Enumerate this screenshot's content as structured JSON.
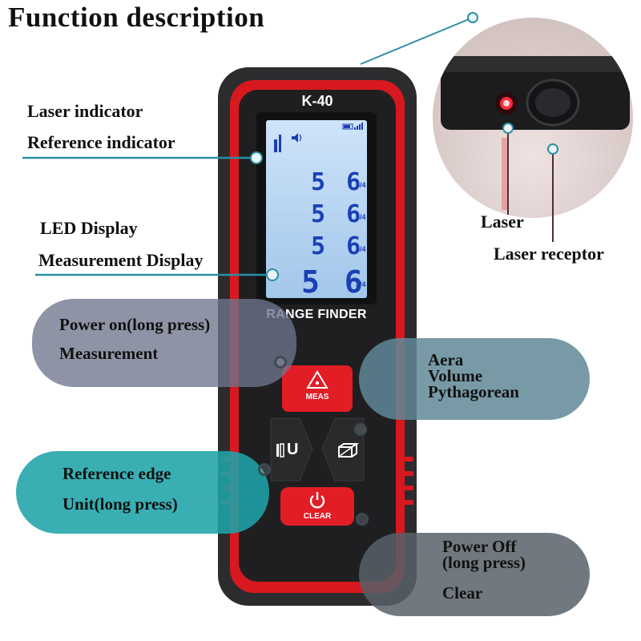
{
  "title": "Function description",
  "device": {
    "model": "K-40",
    "brand": "RANGE FINDER",
    "readings": [
      "5 6",
      "5 6",
      "5 6",
      "5 6"
    ],
    "fraction": "3/4",
    "buttons": {
      "meas": "MEAS",
      "clear": "CLEAR",
      "reference_unit_symbol": "U"
    }
  },
  "labels": {
    "laser_indicator": "Laser indicator",
    "reference_indicator": "Reference indicator",
    "led_display": "LED Display",
    "measurement_display": "Measurement Display",
    "laser": "Laser",
    "laser_receptor": "Laser receptor"
  },
  "callouts": {
    "power": [
      "Power on(long press)",
      "Measurement"
    ],
    "aera": [
      "Aera",
      "Volume",
      "Pythagorean"
    ],
    "reference": [
      "Reference edge",
      "Unit(long press)"
    ],
    "off": [
      "Power Off",
      "(long press)",
      "Clear"
    ]
  },
  "colors": {
    "device_red": "#d7181f",
    "screen_blue": "#b3d2f0",
    "reading_blue": "#1b3fb5",
    "callout_teal": "#1ea4aa",
    "leader_line": "#2b8fa4"
  }
}
